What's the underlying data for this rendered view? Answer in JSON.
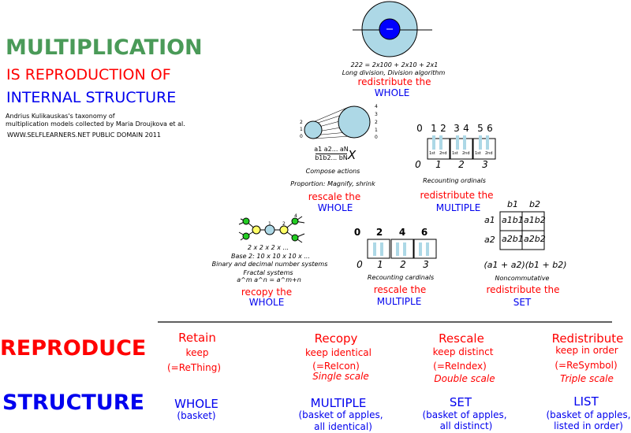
{
  "header": {
    "title": "MULTIPLICATION",
    "line2": "IS REPRODUCTION OF",
    "line3": "INTERNAL STRUCTURE",
    "credit1": "Andrius Kulikauskas's taxonomy of",
    "credit2": "multiplication models collected by Maria Droujkova et al.",
    "credit3": "WWW.SELFLEARNERS.NET  PUBLIC DOMAIN 2011"
  },
  "colors": {
    "red": "#ff0000",
    "blue": "#0000ee",
    "green": "#4a9a58",
    "fill": "#add8e6",
    "core": "#0000ff"
  },
  "top": {
    "formula": "222 = 2x100 + 2x10 + 2x1",
    "desc": "Long division, Division algorithm",
    "op": "redistribute the",
    "obj": "WHOLE"
  },
  "proportion": {
    "left_ticks": [
      "2",
      "1",
      "0"
    ],
    "right_ticks": [
      "4",
      "3",
      "2",
      "1",
      "0"
    ],
    "frac_num": "a1 a2... aN",
    "frac_den": "b1b2... bN",
    "x_label": "X",
    "desc1": "Compose actions",
    "desc2": "Proportion: Magnify, shrink",
    "op": "rescale the",
    "obj": "WHOLE"
  },
  "ordinals": {
    "top_labels": [
      "0",
      "1",
      "2",
      "3",
      "4",
      "5",
      "6"
    ],
    "bottom_labels": [
      "0",
      "1",
      "2",
      "3"
    ],
    "cell_labels": [
      "1st",
      "2nd"
    ],
    "desc": "Recounting ordinals",
    "op": "redistribute the",
    "obj": "MULTIPLE"
  },
  "tree": {
    "labels": [
      "1",
      "2",
      "4"
    ],
    "line1": "2 x 2 x 2 x ...",
    "line2": "Base 2:  10 x 10 x 10 x ...",
    "line3": "Binary and decimal number systems",
    "line4": "Fractal systems",
    "power": "a^m a^n = a^m+n",
    "op": "recopy the",
    "obj": "WHOLE"
  },
  "cardinals": {
    "top_labels": [
      "0",
      "2",
      "4",
      "6"
    ],
    "bottom_labels": [
      "0",
      "1",
      "2",
      "3"
    ],
    "desc": "Recounting cardinals",
    "op": "rescale the",
    "obj": "MULTIPLE"
  },
  "set": {
    "col_headers": [
      "b1",
      "b2"
    ],
    "row_headers": [
      "a1",
      "a2"
    ],
    "cells": [
      "a1b1",
      "a1b2",
      "a2b1",
      "a2b2"
    ],
    "formula": "(a1 + a2)(b1 + b2)",
    "desc": "Noncommutative",
    "op": "redistribute the",
    "obj": "SET"
  },
  "table": {
    "reproduce_label": "REPRODUCE",
    "structure_label": "STRUCTURE",
    "columns": [
      {
        "verb": "Retain",
        "sub": "keep",
        "tag": "(=ReThing)",
        "scale": "",
        "obj": "WHOLE",
        "obj_sub1": "(basket)",
        "obj_sub2": ""
      },
      {
        "verb": "Recopy",
        "sub": "keep identical",
        "tag": "(=ReIcon)",
        "scale": "Single scale",
        "obj": "MULTIPLE",
        "obj_sub1": "(basket of apples,",
        "obj_sub2": "all identical)"
      },
      {
        "verb": "Rescale",
        "sub": "keep distinct",
        "tag": "(=ReIndex)",
        "scale": "Double scale",
        "obj": "SET",
        "obj_sub1": "(basket of apples,",
        "obj_sub2": "all distinct)"
      },
      {
        "verb": "Redistribute",
        "sub": "keep in order",
        "tag": "(=ReSymbol)",
        "scale": "Triple scale",
        "obj": "LIST",
        "obj_sub1": "(basket of apples,",
        "obj_sub2": "listed in order)"
      }
    ]
  }
}
